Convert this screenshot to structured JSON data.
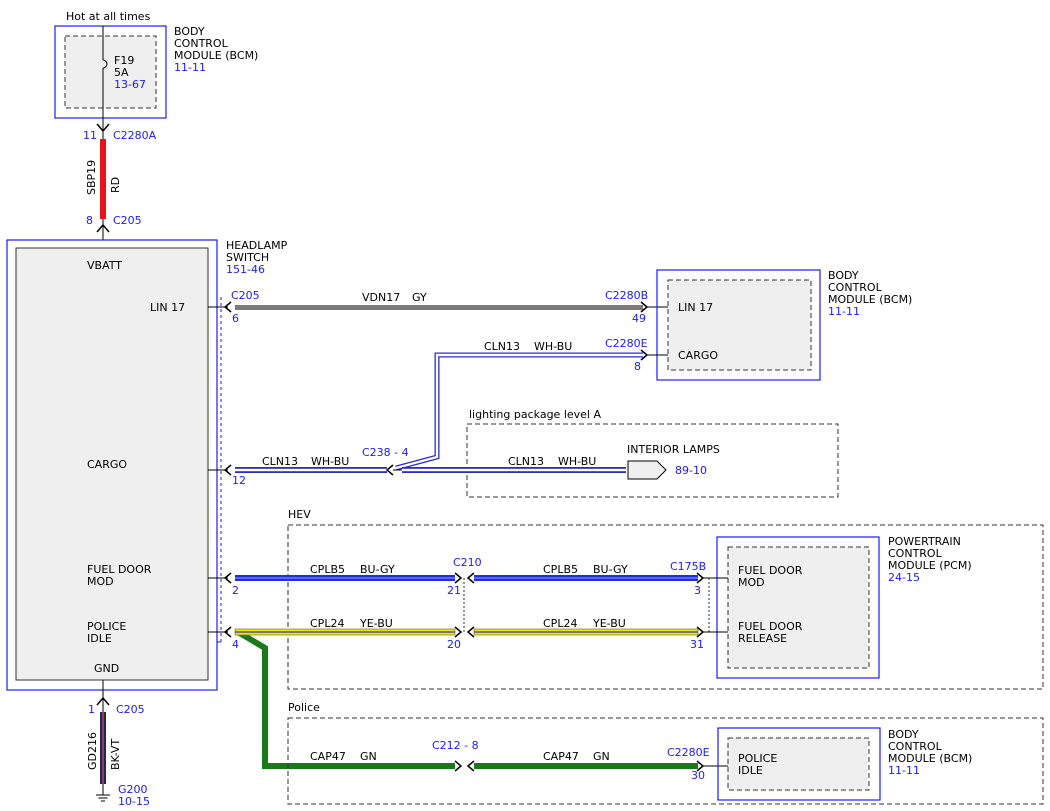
{
  "fuse_box": {
    "supply": "Hot at all times",
    "fuse": "F19",
    "rating": "5A",
    "ref": "13-67",
    "module_line1": "BODY",
    "module_line2": "CONTROL",
    "module_line3": "MODULE (BCM)",
    "module_ref": "11-11"
  },
  "top_wire": {
    "pin_top": "11",
    "conn_top": "C2280A",
    "circuit": "SBP19",
    "color": "RD",
    "pin_bottom": "8",
    "conn_bottom": "C205"
  },
  "headlamp_switch": {
    "title_line1": "HEADLAMP",
    "title_line2": "SWITCH",
    "ref": "151-46",
    "vbatt": "VBATT",
    "lin17": "LIN 17",
    "cargo": "CARGO",
    "fuel_door_line1": "FUEL DOOR",
    "fuel_door_line2": "MOD",
    "police_line1": "POLICE",
    "police_line2": "IDLE",
    "gnd": "GND"
  },
  "bcm_right": {
    "line1": "BODY",
    "line2": "CONTROL",
    "line3": "MODULE (BCM)",
    "ref": "11-11",
    "pin_lin": "LIN 17",
    "pin_cargo": "CARGO"
  },
  "wire_lin": {
    "conn_left": "C205",
    "pin_left": "6",
    "circuit": "VDN17",
    "color": "GY",
    "conn_right": "C2280B",
    "pin_right": "49"
  },
  "wire_cargo_up": {
    "circuit": "CLN13",
    "color": "WH-BU",
    "conn_right": "C2280E",
    "pin_right": "8"
  },
  "lighting": {
    "label": "lighting package level A",
    "interior": "INTERIOR LAMPS",
    "ref": "89-10",
    "circuit": "CLN13",
    "color": "WH-BU"
  },
  "wire_cargo": {
    "pin_left": "12",
    "circuit": "CLN13",
    "color": "WH-BU",
    "splice": "C238 -  4"
  },
  "hev": {
    "label": "HEV",
    "pcm_line1": "POWERTRAIN",
    "pcm_line2": "CONTROL",
    "pcm_line3": "MODULE (PCM)",
    "pcm_ref": "24-15",
    "pin_mod_line1": "FUEL DOOR",
    "pin_mod_line2": "MOD",
    "pin_rel_line1": "FUEL DOOR",
    "pin_rel_line2": "RELEASE"
  },
  "wire_fuel": {
    "pin_left": "2",
    "circuit": "CPLB5",
    "color": "BU-GY",
    "inline_conn": "C210",
    "inline_pin": "21",
    "circuit2": "CPLB5",
    "color2": "BU-GY",
    "conn_right": "C175B",
    "pin_right": "3"
  },
  "wire_police": {
    "pin_left": "4",
    "circuit": "CPL24",
    "color": "YE-BU",
    "inline_pin": "20",
    "circuit2": "CPL24",
    "color2": "YE-BU",
    "pin_right": "31"
  },
  "police_group": {
    "label": "Police",
    "circuit": "CAP47",
    "color": "GN",
    "splice": "C212 -  8",
    "circuit2": "CAP47",
    "color2": "GN",
    "conn_right": "C2280E",
    "pin_right": "30",
    "bcm_line1": "BODY",
    "bcm_line2": "CONTROL",
    "bcm_line3": "MODULE (BCM)",
    "bcm_ref": "11-11",
    "pin_line1": "POLICE",
    "pin_line2": "IDLE"
  },
  "ground_wire": {
    "pin": "1",
    "conn": "C205",
    "circuit": "GD216",
    "color": "BK-VT",
    "ground": "G200",
    "ground_ref": "10-15"
  },
  "colors": {
    "connector_blue": "#1a1aff",
    "wire_red": "#e8141c",
    "wire_gray": "#7a7a7a",
    "wire_blue": "#1f2ee0",
    "wire_yellow": "#f2e600",
    "wire_green": "#1a7a1a"
  }
}
